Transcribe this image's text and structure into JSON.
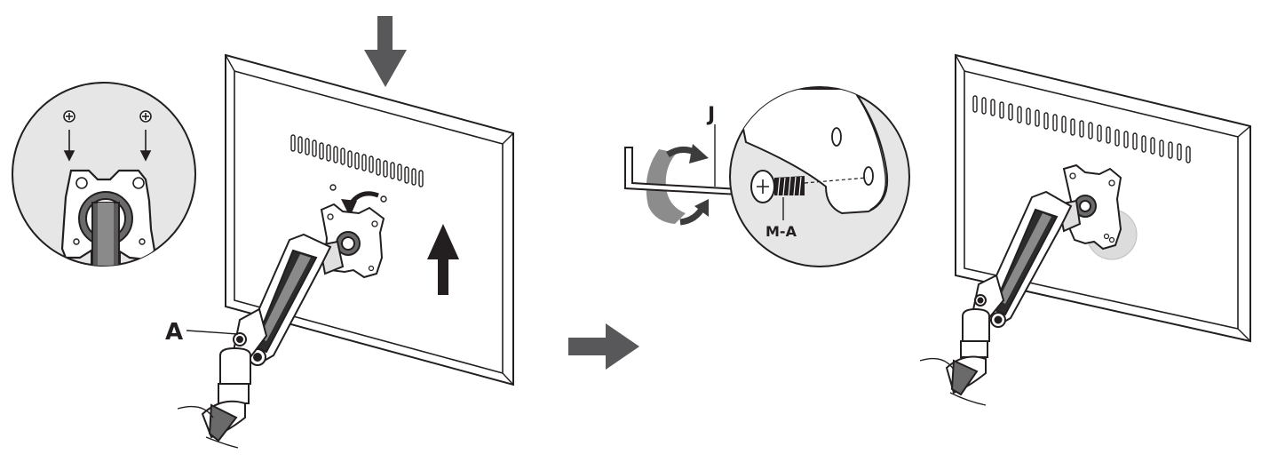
{
  "labels": {
    "part_a": "A",
    "tool_j": "J",
    "screw_ma": "M-A"
  },
  "colors": {
    "line": "#231f20",
    "arrow": "#58585a",
    "inset_fill": "#e6e6e6",
    "inset_stroke": "#231f20",
    "rotate_arrow": "#3c3c3c",
    "rotate_band": "#8c8c8c",
    "highlight_circle": "#dcdcdc"
  },
  "icons": {
    "step_arrow": "block-arrow-right",
    "push_down": "block-arrow-down",
    "push_up": "block-arrow-up",
    "rotate": "curved-rotate-arrow",
    "screw_marks": "crosshead-screw-icon"
  }
}
